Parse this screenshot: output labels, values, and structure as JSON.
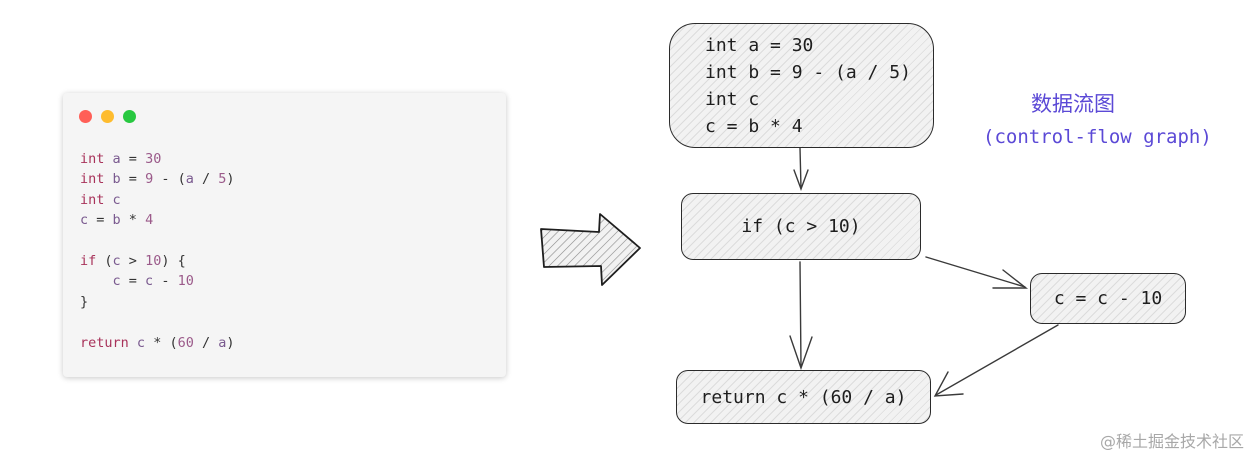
{
  "code_window": {
    "dots": [
      "#ff5f57",
      "#febc2e",
      "#28c840"
    ],
    "lines": [
      [
        {
          "t": "int",
          "c": "kw"
        },
        {
          "t": " ",
          "c": "pl"
        },
        {
          "t": "a",
          "c": "var"
        },
        {
          "t": " = ",
          "c": "pl"
        },
        {
          "t": "30",
          "c": "num"
        }
      ],
      [
        {
          "t": "int",
          "c": "kw"
        },
        {
          "t": " ",
          "c": "pl"
        },
        {
          "t": "b",
          "c": "var"
        },
        {
          "t": " = ",
          "c": "pl"
        },
        {
          "t": "9",
          "c": "num"
        },
        {
          "t": " - (",
          "c": "pl"
        },
        {
          "t": "a",
          "c": "var"
        },
        {
          "t": " / ",
          "c": "pl"
        },
        {
          "t": "5",
          "c": "num"
        },
        {
          "t": ")",
          "c": "pl"
        }
      ],
      [
        {
          "t": "int",
          "c": "kw"
        },
        {
          "t": " ",
          "c": "pl"
        },
        {
          "t": "c",
          "c": "var"
        }
      ],
      [
        {
          "t": "c",
          "c": "var"
        },
        {
          "t": " = ",
          "c": "pl"
        },
        {
          "t": "b",
          "c": "var"
        },
        {
          "t": " * ",
          "c": "pl"
        },
        {
          "t": "4",
          "c": "num"
        }
      ],
      [],
      [
        {
          "t": "if",
          "c": "kw"
        },
        {
          "t": " (",
          "c": "pl"
        },
        {
          "t": "c",
          "c": "var"
        },
        {
          "t": " > ",
          "c": "pl"
        },
        {
          "t": "10",
          "c": "num"
        },
        {
          "t": ") {",
          "c": "pl"
        }
      ],
      [
        {
          "t": "    ",
          "c": "pl"
        },
        {
          "t": "c",
          "c": "var"
        },
        {
          "t": " = ",
          "c": "pl"
        },
        {
          "t": "c",
          "c": "var"
        },
        {
          "t": " - ",
          "c": "pl"
        },
        {
          "t": "10",
          "c": "num"
        }
      ],
      [
        {
          "t": "}",
          "c": "pl"
        }
      ],
      [],
      [
        {
          "t": "return",
          "c": "kw"
        },
        {
          "t": " ",
          "c": "pl"
        },
        {
          "t": "c",
          "c": "var"
        },
        {
          "t": " * (",
          "c": "pl"
        },
        {
          "t": "60",
          "c": "num"
        },
        {
          "t": " / ",
          "c": "pl"
        },
        {
          "t": "a",
          "c": "var"
        },
        {
          "t": ")",
          "c": "pl"
        }
      ]
    ]
  },
  "diagram": {
    "init_lines": [
      "int a = 30",
      "int b = 9 - (a / 5)",
      "int c",
      "c = b * 4"
    ],
    "if_node": "if (c > 10)",
    "assign_node": "c = c - 10",
    "return_node": "return c * (60 / a)",
    "title_zh": "数据流图",
    "title_en": "(control-flow graph)",
    "title_color": "#5b49d6"
  },
  "watermark": "@稀土掘金技术社区"
}
